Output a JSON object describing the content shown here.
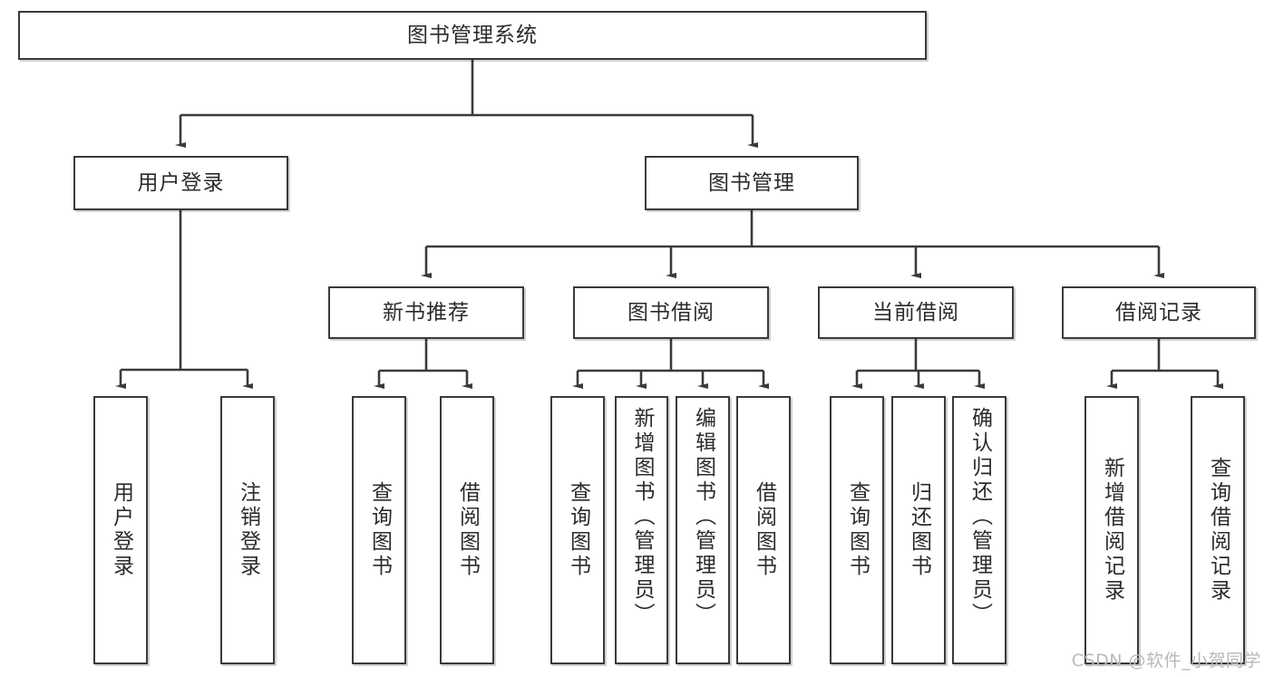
{
  "diagram": {
    "type": "tree-hierarchy",
    "title": "图书管理系统",
    "root": {
      "id": "root",
      "label": "图书管理系统"
    },
    "level2": [
      {
        "id": "user-login",
        "label": "用户登录"
      },
      {
        "id": "book-manage",
        "label": "图书管理"
      }
    ],
    "level3": [
      {
        "id": "new-book-recommend",
        "label": "新书推荐",
        "parent": "book-manage"
      },
      {
        "id": "book-borrow",
        "label": "图书借阅",
        "parent": "book-manage"
      },
      {
        "id": "current-borrow",
        "label": "当前借阅",
        "parent": "book-manage"
      },
      {
        "id": "borrow-record",
        "label": "借阅记录",
        "parent": "book-manage"
      }
    ],
    "leaves": {
      "user_login": [
        {
          "id": "leaf-user-login",
          "label": "用户登录"
        },
        {
          "id": "leaf-user-logout",
          "label": "注销登录"
        }
      ],
      "new_book_recommend": [
        {
          "id": "leaf-query-book-1",
          "label": "查询图书"
        },
        {
          "id": "leaf-borrow-book-1",
          "label": "借阅图书"
        }
      ],
      "book_borrow": [
        {
          "id": "leaf-query-book-2",
          "label": "查询图书"
        },
        {
          "id": "leaf-add-book",
          "label": "新增图书（管理员）"
        },
        {
          "id": "leaf-edit-book",
          "label": "编辑图书（管理员）"
        },
        {
          "id": "leaf-borrow-book-2",
          "label": "借阅图书"
        }
      ],
      "current_borrow": [
        {
          "id": "leaf-query-book-3",
          "label": "查询图书"
        },
        {
          "id": "leaf-return-book",
          "label": "归还图书"
        },
        {
          "id": "leaf-confirm-return",
          "label": "确认归还（管理员）"
        }
      ],
      "borrow_record": [
        {
          "id": "leaf-add-record",
          "label": "新增借阅记录"
        },
        {
          "id": "leaf-query-record",
          "label": "查询借阅记录"
        }
      ]
    }
  },
  "watermark": {
    "text": "CSDN @软件_小贺同学"
  },
  "colors": {
    "stroke": "#3a3a3a",
    "text": "#2b2b2b",
    "background": "#ffffff",
    "watermark": "#b9b9b9"
  }
}
